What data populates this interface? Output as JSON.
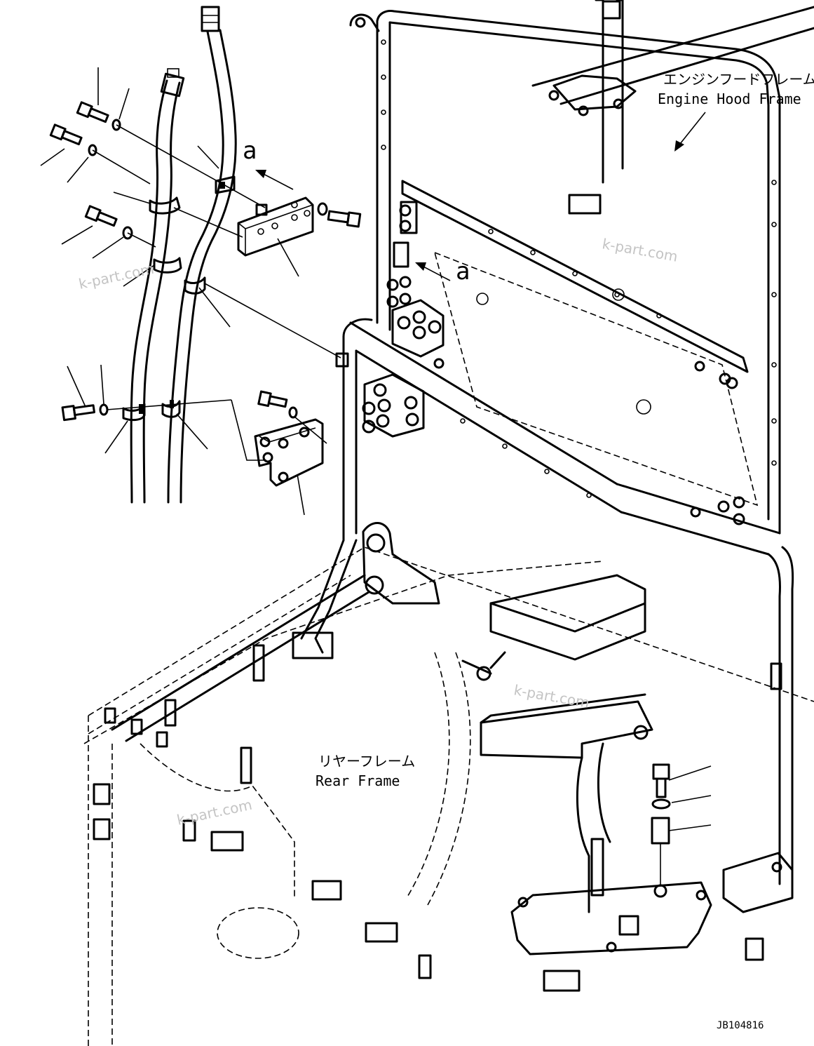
{
  "labels": {
    "engine_hood_jp": "エンジンフードフレーム",
    "engine_hood_en": "Engine Hood Frame",
    "rear_frame_jp": "リヤーフレーム",
    "rear_frame_en": "Rear Frame",
    "view_a_1": "a",
    "view_a_2": "a",
    "drawing_id": "JB104816"
  },
  "watermarks": [
    "k-part.com",
    "k-part.com",
    "k-part.com",
    "k-part.com"
  ]
}
